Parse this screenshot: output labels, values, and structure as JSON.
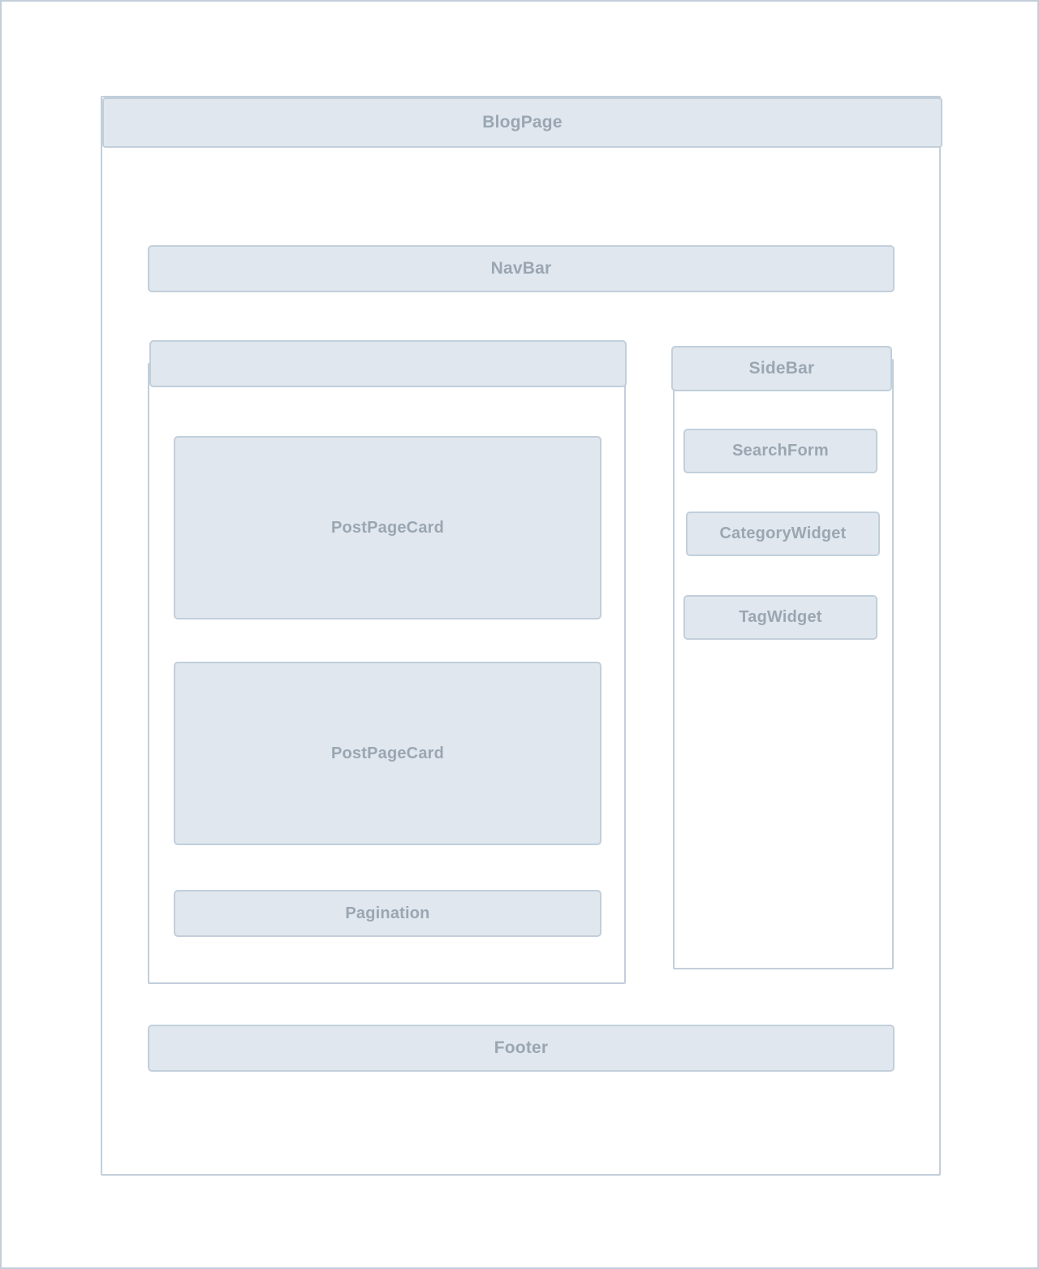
{
  "diagram": {
    "type": "component-hierarchy-wireframe",
    "colors": {
      "box_fill": "#e0e7ee",
      "box_border": "#c2cfdb",
      "label_text": "#9aa6b2",
      "container_fill": "#ffffff",
      "page_background": "#ffffff"
    },
    "root": {
      "name": "BlogPage",
      "header_label": "BlogPage"
    },
    "navbar": {
      "label": "NavBar"
    },
    "content": {
      "header_label": "",
      "cards": [
        {
          "label": "PostPageCard"
        },
        {
          "label": "PostPageCard"
        }
      ],
      "pagination_label": "Pagination"
    },
    "sidebar": {
      "header_label": "SideBar",
      "widgets": [
        {
          "label": "SearchForm"
        },
        {
          "label": "CategoryWidget"
        },
        {
          "label": "TagWidget"
        }
      ]
    },
    "footer": {
      "label": "Footer"
    }
  }
}
